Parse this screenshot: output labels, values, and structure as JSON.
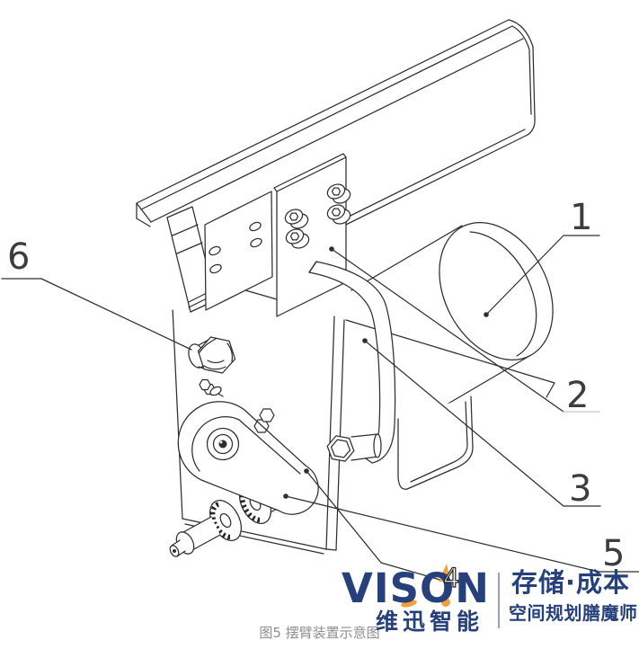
{
  "caption": "图5 摆臂装置示意图",
  "callouts": {
    "c1": {
      "label": "1"
    },
    "c2": {
      "label": "2"
    },
    "c3": {
      "label": "3"
    },
    "c4": {
      "label": "4"
    },
    "c5": {
      "label": "5"
    },
    "c6": {
      "label": "6"
    }
  },
  "logo": {
    "brand": "VISON",
    "brand_cn": "维迅智能",
    "tagline_main": "存储·成本",
    "tagline_sub": "空间规划膳魔师"
  },
  "colors": {
    "line": "#2e2e2e",
    "navy": "#26407b",
    "orange": "#f0a13a",
    "caption_gray": "#8f8f8f",
    "background": "#ffffff"
  }
}
